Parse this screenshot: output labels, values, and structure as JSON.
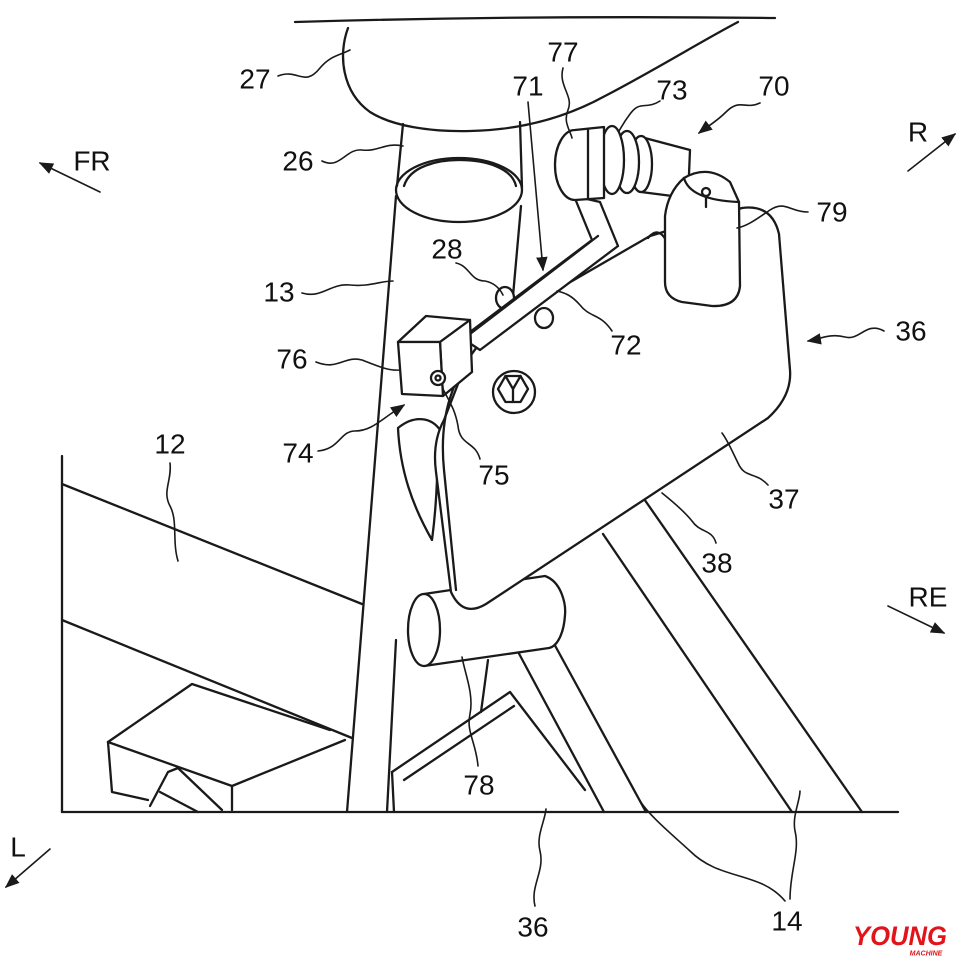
{
  "figure": {
    "labels": {
      "n27": "27",
      "n77": "77",
      "n71": "71",
      "n73": "73",
      "n70": "70",
      "n26": "26",
      "n79": "79",
      "n28": "28",
      "n13": "13",
      "n72": "72",
      "n36_upper": "36",
      "n76": "76",
      "n74": "74",
      "n75": "75",
      "n12": "12",
      "n37": "37",
      "n38": "38",
      "n78": "78",
      "n36_lower": "36",
      "n14": "14"
    },
    "directions": {
      "front": "FR",
      "right": "R",
      "rear": "RE",
      "left": "L"
    }
  },
  "watermark": {
    "brand": "YOUNG",
    "sub": "MACHINE",
    "color": "#e3131b"
  },
  "colors": {
    "line": "#1a1a1a",
    "background": "#ffffff"
  }
}
